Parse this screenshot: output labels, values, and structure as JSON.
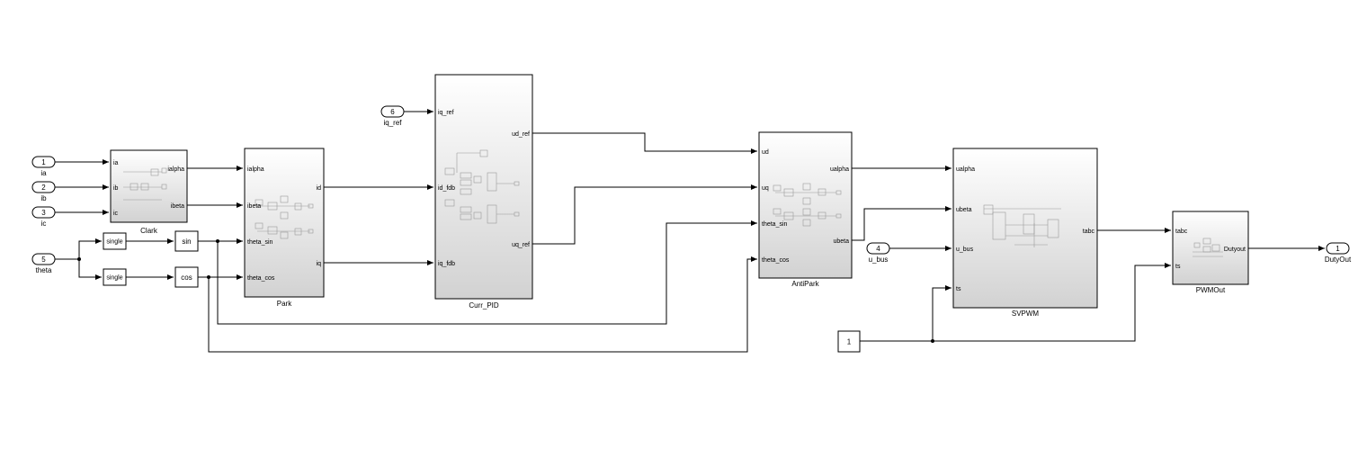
{
  "inports": [
    {
      "num": "1",
      "name": "ia"
    },
    {
      "num": "2",
      "name": "ib"
    },
    {
      "num": "3",
      "name": "ic"
    },
    {
      "num": "5",
      "name": "theta"
    },
    {
      "num": "6",
      "name": "iq_ref"
    },
    {
      "num": "4",
      "name": "u_bus"
    }
  ],
  "outport": {
    "num": "1",
    "name": "DutyOut"
  },
  "blocks": {
    "clark": {
      "name": "Clark",
      "inputs": [
        "ia",
        "ib",
        "ic"
      ],
      "outputs": [
        "ialpha",
        "ibeta"
      ]
    },
    "park": {
      "name": "Park",
      "inputs": [
        "ialpha",
        "ibeta",
        "theta_sin",
        "theta_cos"
      ],
      "outputs": [
        "id",
        "iq"
      ]
    },
    "curr_pid": {
      "name": "Curr_PID",
      "inputs": [
        "iq_ref",
        "id_fdb",
        "iq_fdb"
      ],
      "outputs": [
        "ud_ref",
        "uq_ref"
      ]
    },
    "antipark": {
      "name": "AntiPark",
      "inputs": [
        "ud",
        "uq",
        "theta_sin",
        "theta_cos"
      ],
      "outputs": [
        "ualpha",
        "ubeta"
      ]
    },
    "svpwm": {
      "name": "SVPWM",
      "inputs": [
        "ualpha",
        "ubeta",
        "u_bus",
        "ts"
      ],
      "outputs": [
        "tabc"
      ]
    },
    "pwmout": {
      "name": "PWMOut",
      "inputs": [
        "tabc",
        "ts"
      ],
      "outputs": [
        "Dutyout"
      ]
    }
  },
  "converters": [
    "single",
    "single"
  ],
  "trig": [
    "sin",
    "cos"
  ],
  "constant": "1"
}
